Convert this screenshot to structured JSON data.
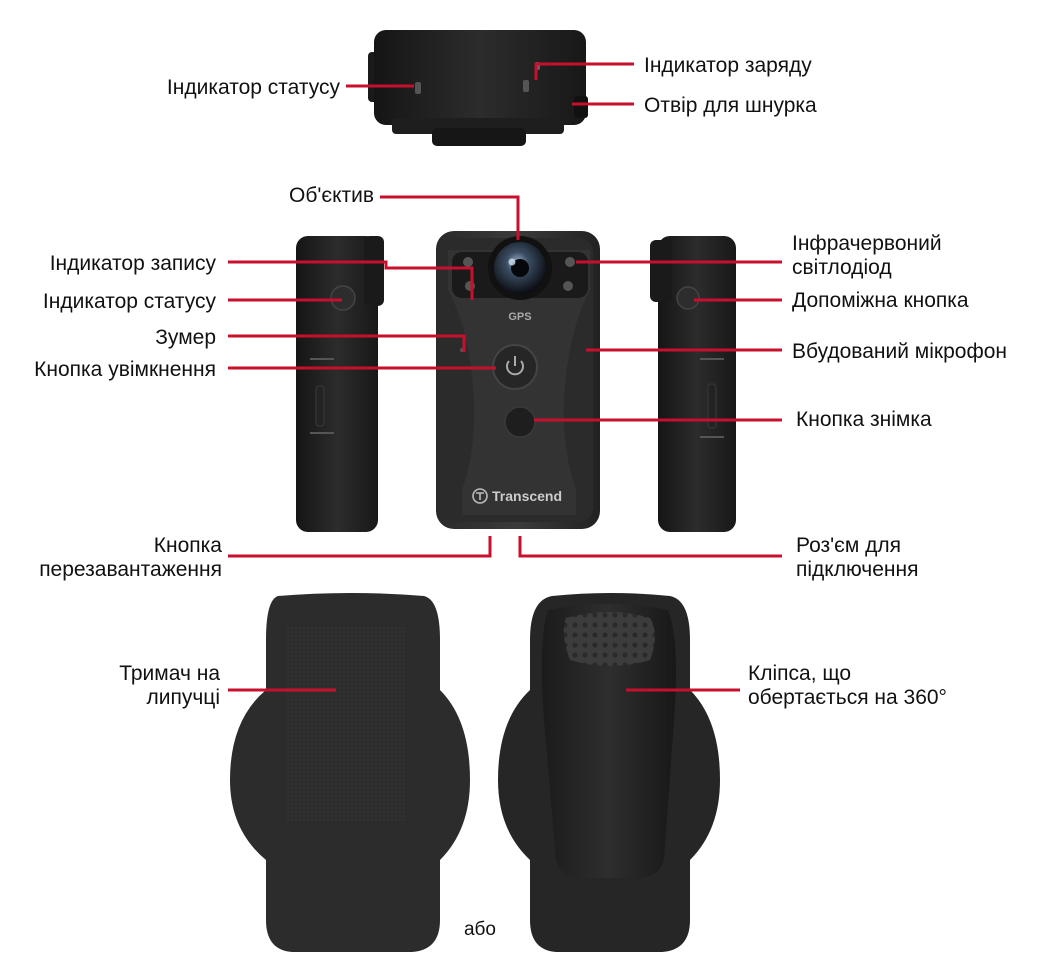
{
  "labels": {
    "top_status_indicator": "Індикатор статусу",
    "charge_indicator": "Індикатор заряду",
    "lanyard_hole": "Отвір для шнурка",
    "lens": "Об'єктив",
    "record_indicator": "Індикатор запису",
    "side_status_indicator": "Індикатор статусу",
    "buzzer": "Зумер",
    "power_button": "Кнопка увімкнення",
    "ir_led_line1": "Інфрачервоний",
    "ir_led_line2": "світлодіод",
    "aux_button": "Допоміжна кнопка",
    "builtin_mic": "Вбудований мікрофон",
    "snapshot_button": "Кнопка знімка",
    "reset_line1": "Кнопка",
    "reset_line2": "перезавантаження",
    "connector_line1": "Роз'єм для",
    "connector_line2": "підключення",
    "velcro_line1": "Тримач на",
    "velcro_line2": "липучці",
    "clip_line1": "Кліпса, що",
    "clip_line2": "обертається на 360°",
    "or": "або"
  },
  "device": {
    "brand": "Transcend",
    "gps": "GPS"
  },
  "colors": {
    "leader": "#c8102e",
    "body": "#222222",
    "body_dark": "#141414",
    "text": "#111111"
  }
}
